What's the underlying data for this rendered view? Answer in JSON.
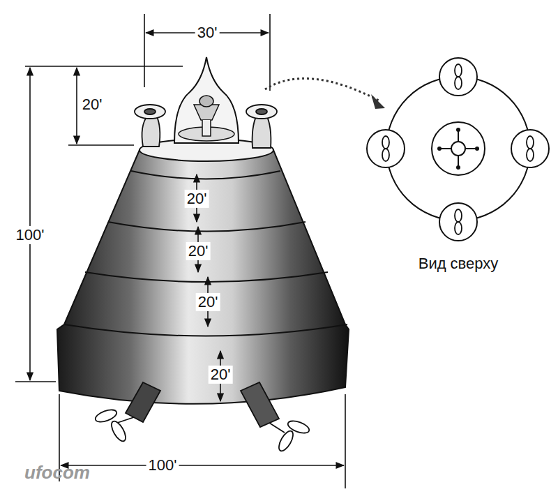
{
  "diagram": {
    "labels": [
      "30'",
      "20'",
      "100'",
      "20'",
      "20'",
      "20'",
      "20'",
      "100'",
      "Вид сверху",
      "ufocom"
    ]
  }
}
